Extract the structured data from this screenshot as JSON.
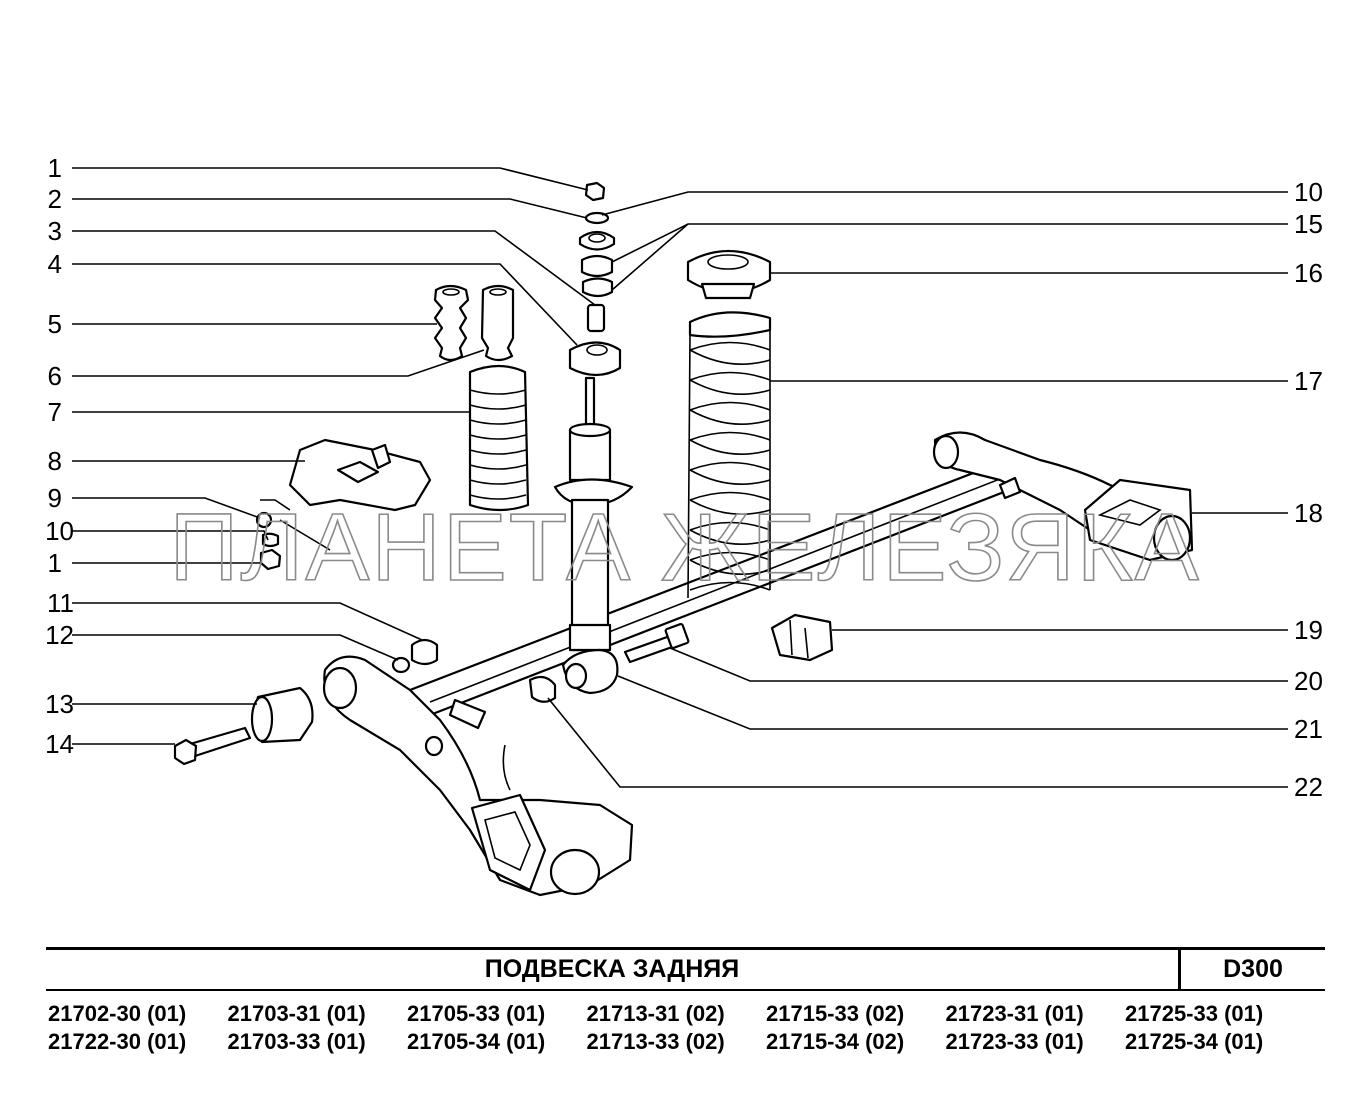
{
  "watermark": "ПЛАНЕТА ЖЕЛЕЗЯКА",
  "title_block": {
    "title": "ПОДВЕСКА   ЗАДНЯЯ",
    "code": "D300"
  },
  "callouts_left": [
    "1",
    "2",
    "3",
    "4",
    "5",
    "6",
    "7",
    "8",
    "9",
    "10",
    "1",
    "11",
    "12",
    "13",
    "14"
  ],
  "callouts_right": [
    "10",
    "15",
    "16",
    "17",
    "18",
    "19",
    "20",
    "21",
    "22"
  ],
  "models": [
    [
      "21702-30 (01)",
      "21703-31 (01)",
      "21705-33 (01)",
      "21713-31 (02)",
      "21715-33 (02)",
      "21723-31 (01)",
      "21725-33 (01)"
    ],
    [
      "21722-30 (01)",
      "21703-33 (01)",
      "21705-34 (01)",
      "21713-33 (02)",
      "21715-34 (02)",
      "21723-33 (01)",
      "21725-34 (01)"
    ]
  ]
}
